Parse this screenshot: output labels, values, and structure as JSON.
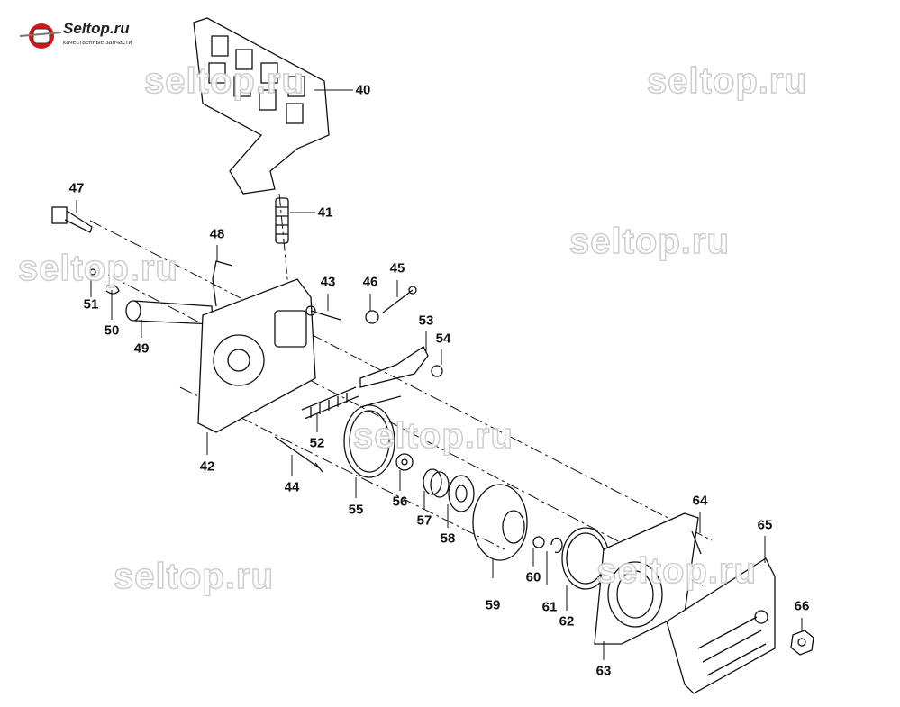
{
  "logo": {
    "title": "Seltop.ru",
    "subtitle": "качественные запчасти"
  },
  "watermark": "seltop.ru",
  "part_labels": [
    "40",
    "41",
    "47",
    "48",
    "43",
    "46",
    "45",
    "51",
    "50",
    "49",
    "53",
    "54",
    "42",
    "52",
    "44",
    "55",
    "56",
    "57",
    "58",
    "59",
    "60",
    "61",
    "62",
    "63",
    "64",
    "65",
    "66"
  ]
}
